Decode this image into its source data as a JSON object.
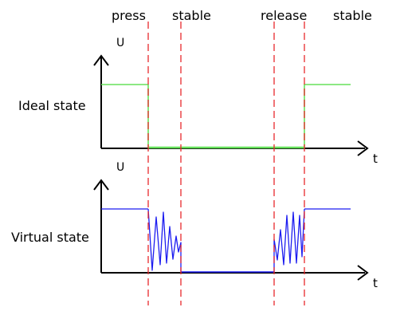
{
  "phases": {
    "press": "press",
    "stable_1": "stable",
    "release": "release",
    "stable_2": "stable"
  },
  "ideal_plot": {
    "label": "Ideal state",
    "y_axis": "U",
    "x_axis": "t"
  },
  "virtual_plot": {
    "label": "Virtual state",
    "y_axis": "U",
    "x_axis": "t"
  },
  "colors": {
    "axis": "#000000",
    "marker": "#e8282c",
    "ideal_signal": "#66e15a",
    "virtual_signal": "#1c1cf0"
  }
}
